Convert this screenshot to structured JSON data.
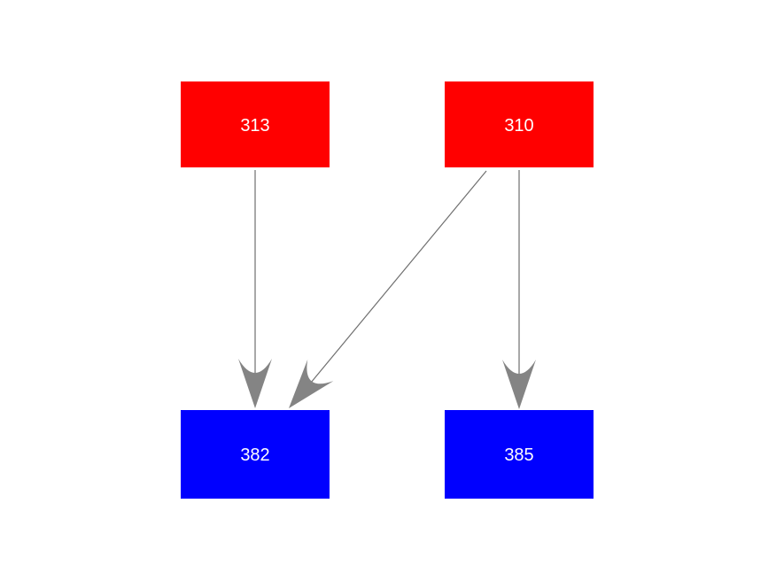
{
  "diagram": {
    "background_color": "#ffffff",
    "node_text_color": "#ffffff",
    "edge_color": "#808080",
    "nodes": [
      {
        "id": "313",
        "label": "313",
        "color": "#ff0000",
        "row": "top"
      },
      {
        "id": "310",
        "label": "310",
        "color": "#ff0000",
        "row": "top"
      },
      {
        "id": "382",
        "label": "382",
        "color": "#0000ff",
        "row": "bottom"
      },
      {
        "id": "385",
        "label": "385",
        "color": "#0000ff",
        "row": "bottom"
      }
    ],
    "edges": [
      {
        "from": "313",
        "to": "382",
        "type": "arrow",
        "direction": "straight-down"
      },
      {
        "from": "310",
        "to": "382",
        "type": "arrow",
        "direction": "diagonal-down-left"
      },
      {
        "from": "310",
        "to": "385",
        "type": "arrow",
        "direction": "straight-down"
      }
    ]
  }
}
